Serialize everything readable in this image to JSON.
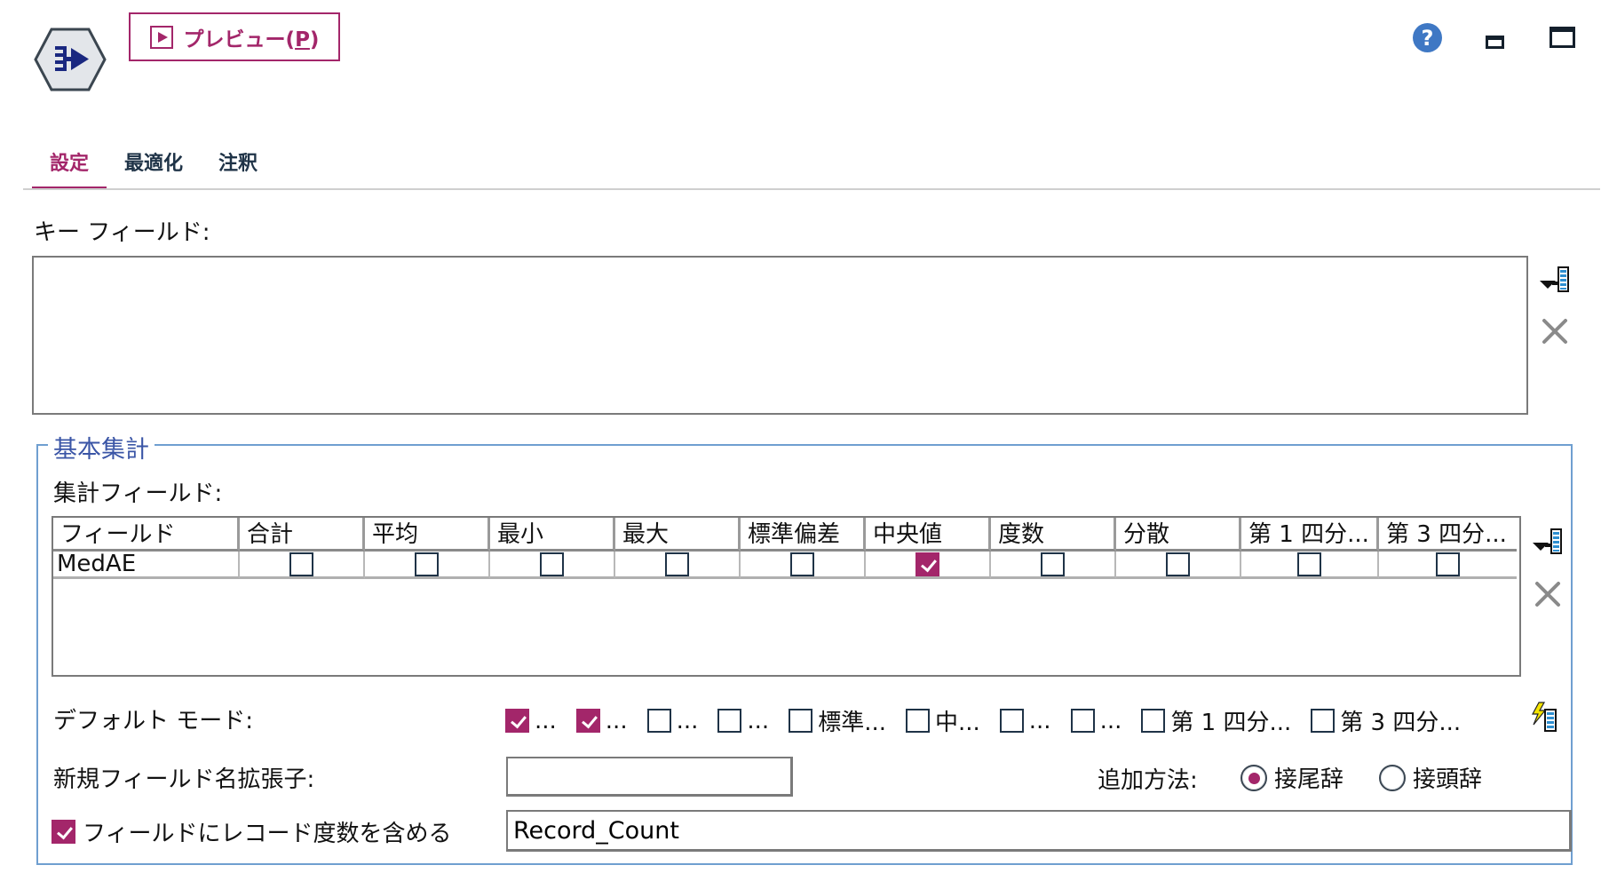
{
  "header": {
    "node_icon": "aggregate-node-icon",
    "preview_button": {
      "label": "プレビュー(",
      "mnemonic": "P",
      "suffix": ")",
      "icon": "play-icon"
    },
    "help_icon": "?",
    "window_controls": [
      "minimize-icon",
      "maximize-icon"
    ]
  },
  "tabs": [
    {
      "label": "設定",
      "active": true
    },
    {
      "label": "最適化",
      "active": false
    },
    {
      "label": "注釈",
      "active": false
    }
  ],
  "key_fields": {
    "label": "キー フィールド:",
    "items": [],
    "icons": [
      "pick-fields-icon",
      "delete-icon"
    ]
  },
  "basic_aggregates": {
    "legend": "基本集計",
    "agg_fields_label": "集計フィールド:",
    "table": {
      "columns": [
        "フィールド",
        "合計",
        "平均",
        "最小",
        "最大",
        "標準偏差",
        "中央値",
        "度数",
        "分散",
        "第 1 四分...",
        "第 3 四分..."
      ],
      "rows": [
        {
          "field": "MedAE",
          "checks": [
            false,
            false,
            false,
            false,
            false,
            true,
            false,
            false,
            false,
            false
          ]
        }
      ]
    },
    "default_mode": {
      "label": "デフォルト モード:",
      "items": [
        {
          "text": "...",
          "checked": true
        },
        {
          "text": "...",
          "checked": true
        },
        {
          "text": "...",
          "checked": false
        },
        {
          "text": "...",
          "checked": false
        },
        {
          "text": "標準...",
          "checked": false
        },
        {
          "text": "中...",
          "checked": false
        },
        {
          "text": "...",
          "checked": false
        },
        {
          "text": "...",
          "checked": false
        },
        {
          "text": "第 1 四分...",
          "checked": false
        },
        {
          "text": "第 3 四分...",
          "checked": false
        }
      ],
      "apply_icon": "apply-defaults-icon"
    },
    "new_field_suffix": {
      "label": "新規フィールド名拡張子:",
      "value": ""
    },
    "add_method": {
      "label": "追加方法:",
      "options": [
        {
          "label": "接尾辞",
          "selected": true
        },
        {
          "label": "接頭辞",
          "selected": false
        }
      ]
    },
    "record_count": {
      "label": "フィールドにレコード度数を含める",
      "checked": true,
      "value": "Record_Count"
    }
  },
  "colors": {
    "accent": "#a3266a",
    "fieldset_border": "#6f9fd0",
    "legend_text": "#3a55a6",
    "help_blue": "#3f78c4",
    "tab_text": "#1f3347"
  }
}
